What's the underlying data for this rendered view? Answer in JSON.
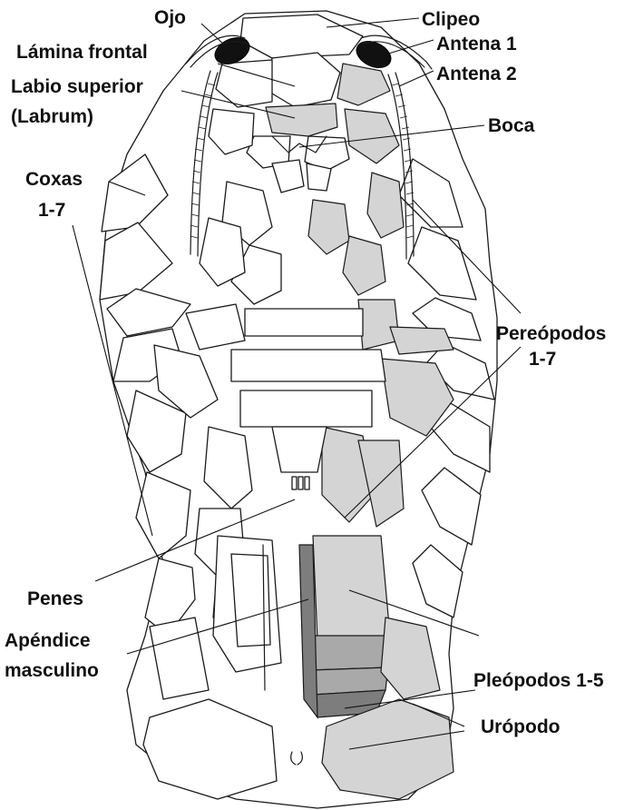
{
  "colors": {
    "shade_light": "#d4d4d4",
    "shade_mid": "#a9a9a9",
    "shade_dark": "#7d7d7d",
    "eye": "#111111",
    "outline": "#1a1a1a"
  },
  "labels": {
    "ojo": "Ojo",
    "clipeo": "Clipeo",
    "lamina_frontal": "Lámina frontal",
    "antena_1": "Antena 1",
    "antena_2": "Antena 2",
    "labio_superior": "Labio superior",
    "labrum": "(Labrum)",
    "boca": "Boca",
    "coxas": "Coxas",
    "coxas_range": "1-7",
    "pereopodos": "Pereópodos",
    "pereopodos_range": "1-7",
    "penes": "Penes",
    "apendice": "Apéndice",
    "masculino": "masculino",
    "pleopodos": "Pleópodos 1-5",
    "uropodo": "Urópodo"
  }
}
